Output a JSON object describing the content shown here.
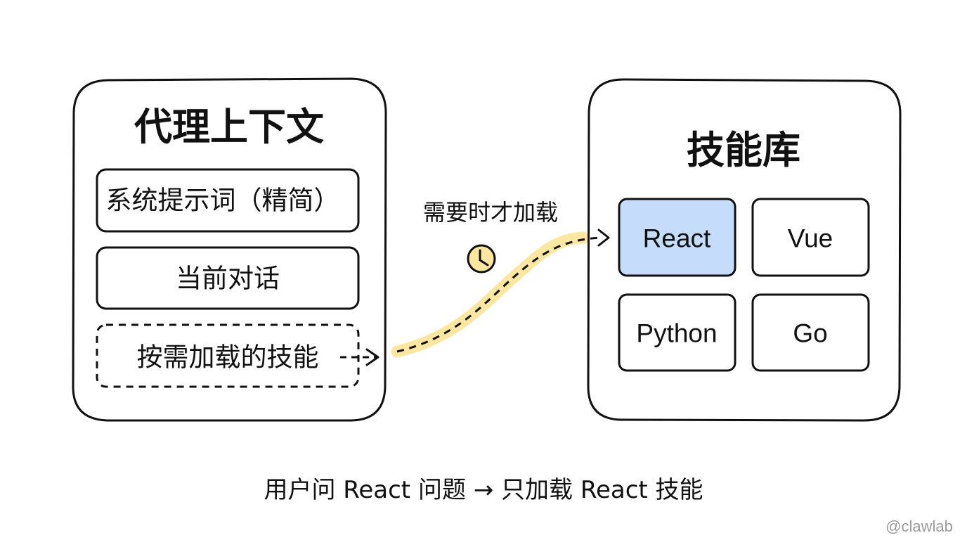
{
  "agent_context": {
    "title": "代理上下文",
    "items": [
      {
        "label": "系统提示词（精简）",
        "style": "solid"
      },
      {
        "label": "当前对话",
        "style": "solid"
      },
      {
        "label": "按需加载的技能",
        "style": "dashed"
      }
    ]
  },
  "connector": {
    "label": "需要时才加载",
    "icon": "clock-icon",
    "highlight_color": "#fbe7a1"
  },
  "skill_library": {
    "title": "技能库",
    "skills": [
      {
        "label": "React",
        "selected": true
      },
      {
        "label": "Vue",
        "selected": false
      },
      {
        "label": "Python",
        "selected": false
      },
      {
        "label": "Go",
        "selected": false
      }
    ],
    "selected_color": "#c5dcfa"
  },
  "caption": "用户问 React 问题 → 只加载 React 技能",
  "watermark": "@clawlab"
}
